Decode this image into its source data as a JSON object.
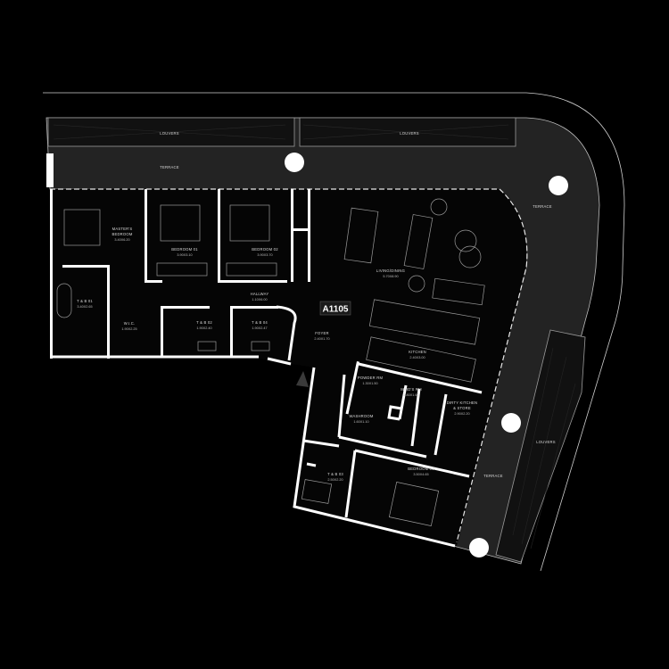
{
  "plan": {
    "unit_badge": "A1105",
    "colors": {
      "background": "#000000",
      "terrace": "#232323",
      "louvers": "#111111",
      "walls": "#ffffff",
      "interior": "#050505",
      "columns": "#ffffff"
    },
    "exterior": {
      "louvers_top_left": "LOUVERS",
      "louvers_top_right": "LOUVERS",
      "terrace_top": "TERRACE",
      "terrace_corner": "TERRACE",
      "terrace_right": "TERRACE",
      "louvers_right": "LOUVERS"
    },
    "rooms": [
      {
        "id": "master_bedroom",
        "name_line1": "MASTER'S",
        "name_line2": "BEDROOM",
        "dims": "3.40X6.20"
      },
      {
        "id": "bedroom_01",
        "name": "BEDROOM 01",
        "dims": "3.90X3.10"
      },
      {
        "id": "bedroom_02",
        "name": "BEDROOM 02",
        "dims": "3.90X3.70"
      },
      {
        "id": "tb_01",
        "name": "T & B 01",
        "dims": "3.40X2.65"
      },
      {
        "id": "wic",
        "name": "W.I.C.",
        "dims": "1.90X2.25"
      },
      {
        "id": "hallway",
        "name": "HALLWAY",
        "dims": "1.10X6.00"
      },
      {
        "id": "tb_02",
        "name": "T & B 02",
        "dims": "1.90X2.40"
      },
      {
        "id": "tb_04",
        "name": "T & B 04",
        "dims": "1.90X2.47"
      },
      {
        "id": "living_dining",
        "name": "LIVING/DINING",
        "dims": "5.70X8.90"
      },
      {
        "id": "foyer",
        "name": "FOYER",
        "dims": "2.40X1.70"
      },
      {
        "id": "kitchen",
        "name": "KITCHEN",
        "dims": "2.40X3.00"
      },
      {
        "id": "powder_rm",
        "name": "POWDER RM",
        "dims": "1.30X1.50"
      },
      {
        "id": "maids_rm",
        "name": "MAID'S RM",
        "dims": "2.80X1.60"
      },
      {
        "id": "dirty_kitchen",
        "name_line1": "DIRTY KITCHEN",
        "name_line2": "& STORE",
        "dims": "2.90X2.20"
      },
      {
        "id": "washroom",
        "name": "WASHROOM",
        "dims": "1.60X1.10"
      },
      {
        "id": "tb_03",
        "name": "T & B 03",
        "dims": "2.50X2.20"
      },
      {
        "id": "bedroom_03",
        "name": "BEDROOM 03",
        "dims": "3.50X4.65"
      }
    ]
  }
}
